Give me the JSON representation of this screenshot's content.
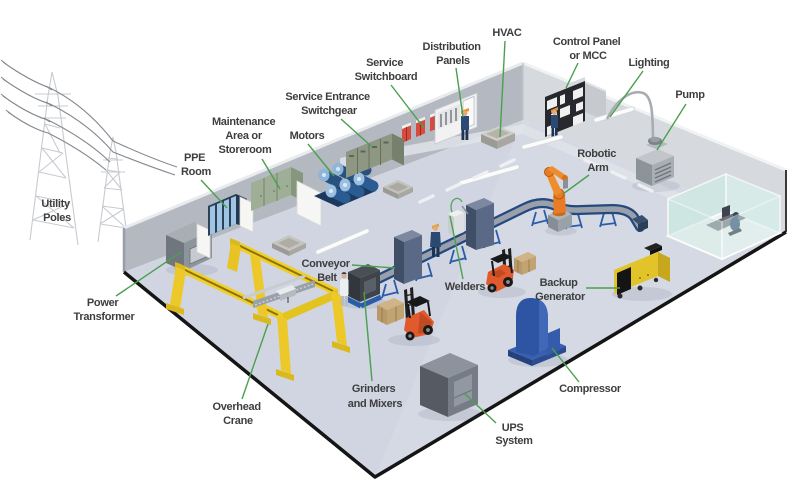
{
  "title": "Industrial facility power and equipment diagram",
  "colors": {
    "leader": "#4aa04e",
    "label_text": "#3e3e3e",
    "floor": "#d0d5e1",
    "wall_left": "#b4b8c0",
    "wall_right": "#d6d9dd",
    "crane_yellow": "#f1ce27",
    "robot_orange": "#e87c24",
    "conveyor_blue": "#2b5ca8",
    "forklift_orange": "#e05a2e",
    "generator_yellow": "#e2c32a",
    "compressor_blue": "#2e55a4",
    "switchboard_red": "#d84b3c",
    "motor_blue": "#27527f",
    "glass_teal": "#cfe9e4"
  },
  "labels": {
    "utility_poles": {
      "line1": "Utility",
      "line2": "Poles"
    },
    "power_transformer": {
      "line1": "Power",
      "line2": "Transformer"
    },
    "ppe_room": {
      "line1": "PPE",
      "line2": "Room"
    },
    "maintenance": {
      "line1": "Maintenance",
      "line2": "Area or",
      "line3": "Storeroom"
    },
    "motors": {
      "line1": "Motors"
    },
    "service_entrance": {
      "line1": "Service Entrance",
      "line2": "Switchgear"
    },
    "service_switchboard": {
      "line1": "Service",
      "line2": "Switchboard"
    },
    "distribution_panels": {
      "line1": "Distribution",
      "line2": "Panels"
    },
    "hvac": {
      "line1": "HVAC"
    },
    "control_panel": {
      "line1": "Control Panel",
      "line2": "or MCC"
    },
    "lighting": {
      "line1": "Lighting"
    },
    "pump": {
      "line1": "Pump"
    },
    "robotic_arm": {
      "line1": "Robotic",
      "line2": "Arm"
    },
    "conveyor_belt": {
      "line1": "Conveyor",
      "line2": "Belt"
    },
    "welders": {
      "line1": "Welders"
    },
    "backup_generator": {
      "line1": "Backup",
      "line2": "Generator"
    },
    "compressor": {
      "line1": "Compressor"
    },
    "ups_system": {
      "line1": "UPS",
      "line2": "System"
    },
    "grinders": {
      "line1": "Grinders",
      "line2": "and Mixers"
    },
    "overhead_crane": {
      "line1": "Overhead",
      "line2": "Crane"
    }
  }
}
